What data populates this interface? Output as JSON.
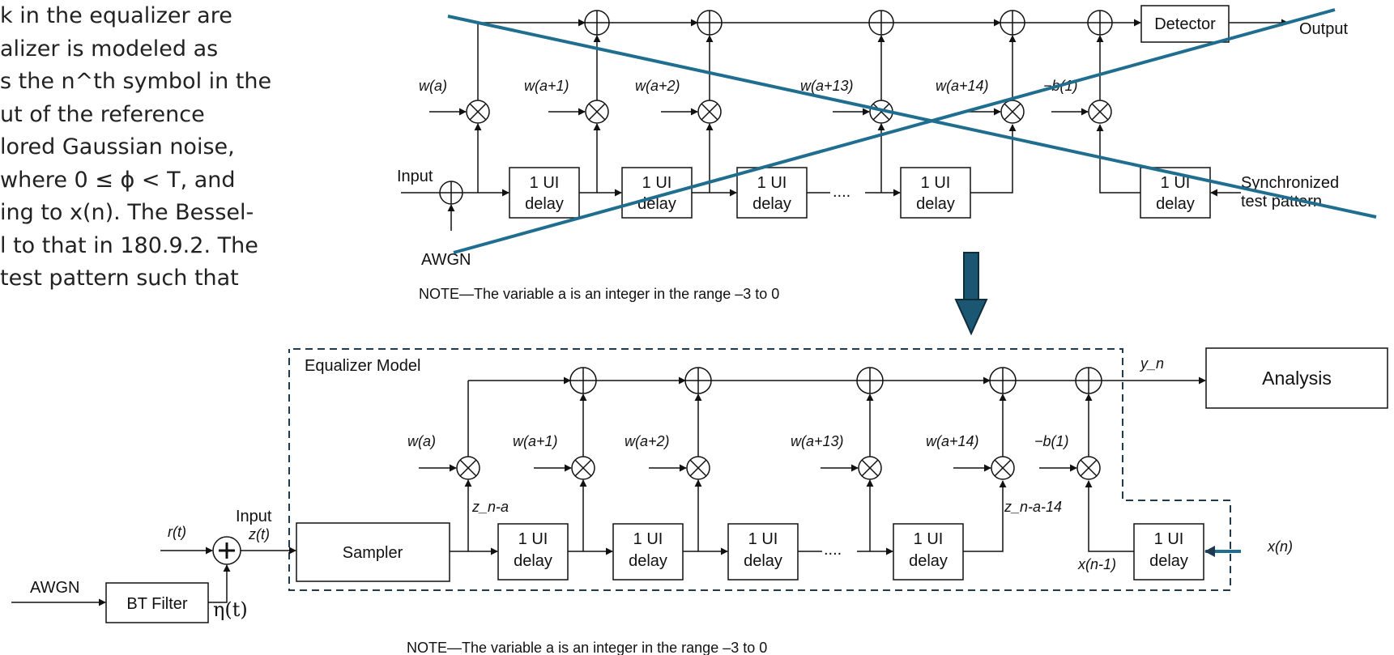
{
  "paragraph_lines": [
    "k in the equalizer are",
    "alizer is modeled as",
    "s the n^th symbol in the",
    "ut of the reference",
    "lored Gaussian noise,",
    "where 0 ≤ ϕ < T, and",
    "ing to x(n).  The Bessel-",
    "l to that in 180.9.2. The",
    " test pattern such that"
  ],
  "top_diagram": {
    "input": "Input",
    "awgn": "AWGN",
    "detector": "Detector",
    "output": "Output",
    "sync_pattern_line1": "Synchronized",
    "sync_pattern_line2": "test pattern",
    "delay_line1": "1 UI",
    "delay_line2": "delay",
    "dots": "....",
    "weights": [
      "w(a)",
      "w(a+1)",
      "w(a+2)",
      "w(a+13)",
      "w(a+14)",
      "−b(1)"
    ],
    "note": "NOTE—The variable a is an integer in the range –3 to 0"
  },
  "bottom_diagram": {
    "model_title": "Equalizer Model",
    "analysis": "Analysis",
    "yn": "y_n",
    "sampler": "Sampler",
    "bt_filter": "BT Filter",
    "awgn": "AWGN",
    "rt": "r(t)",
    "input": "Input",
    "zt": "z(t)",
    "eta": "η(t)",
    "zna": "z_n-a",
    "zna14": "z_n-a-14",
    "xn": "x(n)",
    "xn1": "x(n-1)",
    "delay_line1": "1 UI",
    "delay_line2": "delay",
    "dots": "....",
    "weights": [
      "w(a)",
      "w(a+1)",
      "w(a+2)",
      "w(a+13)",
      "w(a+14)",
      "−b(1)"
    ],
    "note": "NOTE—The variable a is an integer in the range –3 to 0"
  },
  "colors": {
    "cross_out": "#1f6d8f",
    "arrow_fill": "#1b5673",
    "dash_box": "#1f3a4f"
  }
}
